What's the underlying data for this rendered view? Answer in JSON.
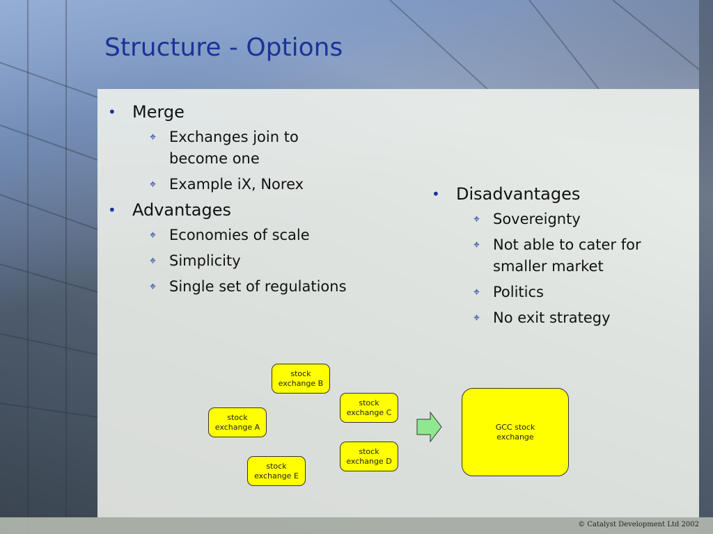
{
  "slide": {
    "title": "Structure - Options",
    "left_column": [
      {
        "label": "Merge",
        "sub": [
          "Exchanges join to become one",
          "Example iX, Norex"
        ]
      },
      {
        "label": "Advantages",
        "sub": [
          "Economies of scale",
          "Simplicity",
          "Single set of regulations"
        ]
      }
    ],
    "right_column": [
      {
        "label": "Disadvantages",
        "sub": [
          "Sovereignty",
          "Not able to cater for smaller market",
          "Politics",
          "No exit strategy"
        ]
      }
    ],
    "diagram": {
      "box_a": "stock\nexchange A",
      "box_b": "stock\nexchange B",
      "box_c": "stock\nexchange C",
      "box_d": "stock\nexchange D",
      "box_e": "stock\nexchange E",
      "target": "GCC stock\nexchange",
      "box_color": "#ffff00",
      "arrow_color": "#8fe88f"
    },
    "footer": "© Catalyst Development Ltd 2002"
  }
}
